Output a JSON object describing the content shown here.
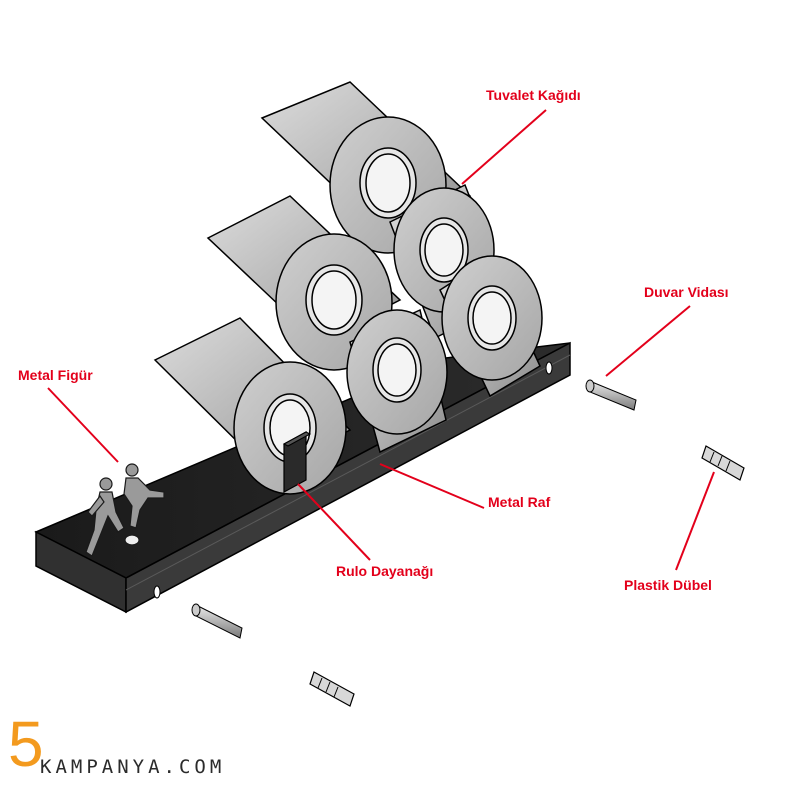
{
  "labels": {
    "tuvalet_kagidi": "Tuvalet Kağıdı",
    "duvar_vidasi": "Duvar Vidası",
    "metal_figur": "Metal Figür",
    "metal_raf": "Metal Raf",
    "rulo_dayanagi": "Rulo Dayanağı",
    "plastik_dubel": "Plastik Dübel"
  },
  "logo": {
    "digit": "5",
    "text": "KAMPANYA.COM"
  },
  "colors": {
    "label": "#e3001b",
    "logo_digit": "#f39a1e",
    "logo_text": "#2b2b2b"
  }
}
